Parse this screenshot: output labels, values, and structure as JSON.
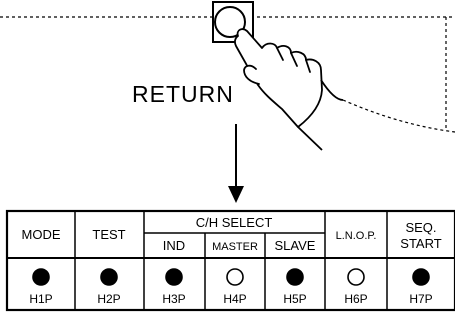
{
  "return_label": "RETURN",
  "table": {
    "mode": "MODE",
    "test": "TEST",
    "ch_select": "C/H SELECT",
    "ind": "IND",
    "master": "MASTER",
    "slave": "SLAVE",
    "lnop": "L.N.O.P.",
    "seq_line1": "SEQ.",
    "seq_line2": "START"
  },
  "indicators": [
    {
      "code": "H1P",
      "state": "on"
    },
    {
      "code": "H2P",
      "state": "on"
    },
    {
      "code": "H3P",
      "state": "on"
    },
    {
      "code": "H4P",
      "state": "off"
    },
    {
      "code": "H5P",
      "state": "on"
    },
    {
      "code": "H6P",
      "state": "off"
    },
    {
      "code": "H7P",
      "state": "on"
    }
  ]
}
